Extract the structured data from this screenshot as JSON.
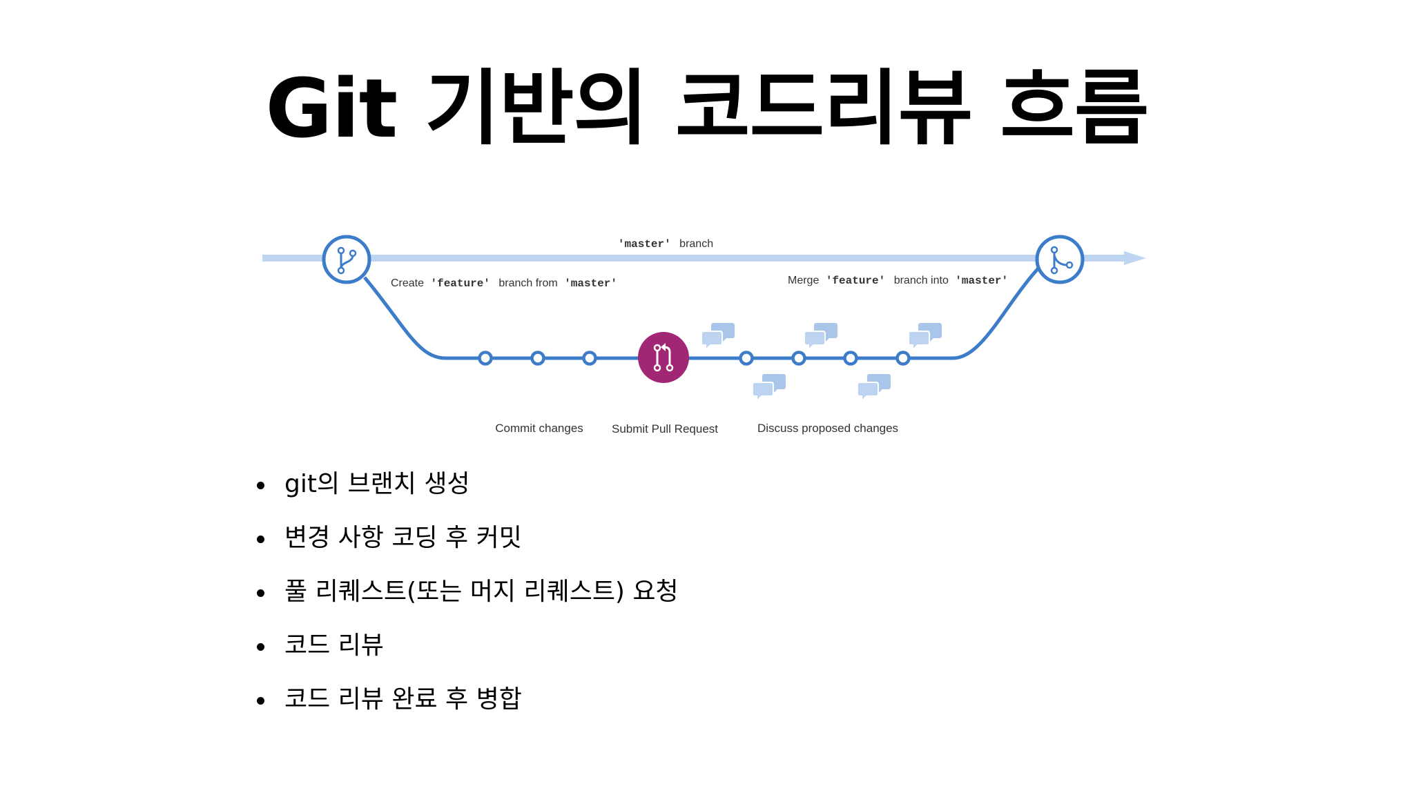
{
  "title": "Git 기반의 코드리뷰 흐름",
  "diagram": {
    "master_label": {
      "name": "'master'",
      "suffix": "branch"
    },
    "create_label": {
      "prefix": "Create",
      "branch": "'feature'",
      "middle": "branch from",
      "target": "'master'"
    },
    "merge_label": {
      "prefix": "Merge",
      "branch": "'feature'",
      "middle": "branch into",
      "target": "'master'"
    },
    "stage_labels": {
      "commit": "Commit changes",
      "pull_request": "Submit Pull Request",
      "discuss": "Discuss proposed changes"
    },
    "icons": [
      "branch-icon",
      "pull-request-icon",
      "merge-icon",
      "comment-icon"
    ],
    "colors": {
      "branch_line": "#3d7cc9",
      "master_line": "#bdd5f1",
      "pull_request": "#a12674",
      "comment": "#a9c6ea"
    }
  },
  "bullets": [
    "git의 브랜치 생성",
    "변경 사항 코딩 후 커밋",
    "풀 리퀘스트(또는 머지 리퀘스트) 요청",
    "코드 리뷰",
    "코드 리뷰 완료 후 병합"
  ]
}
